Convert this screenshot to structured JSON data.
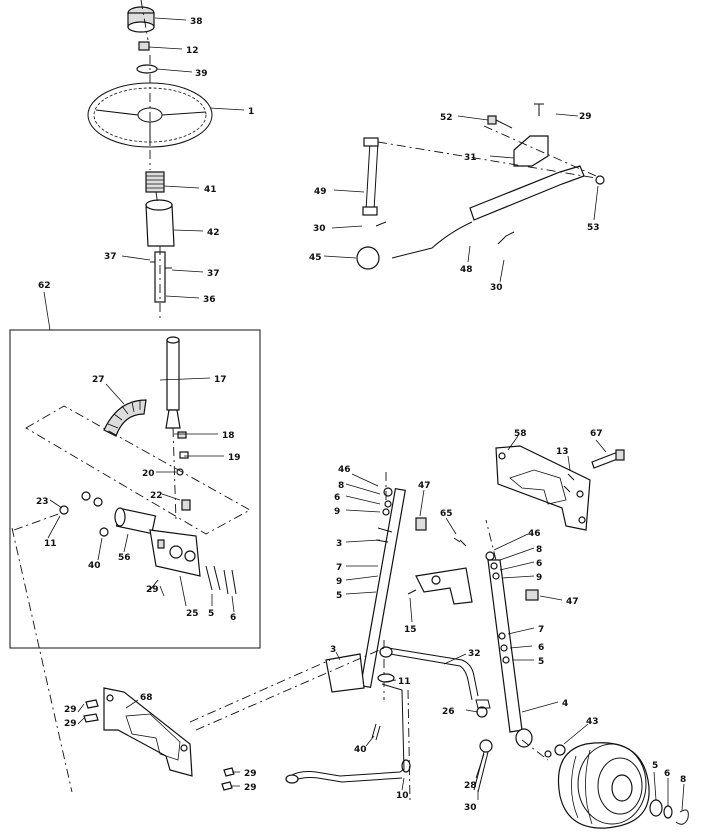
{
  "callouts": {
    "c38": "38",
    "c12": "12",
    "c39": "39",
    "c1": "1",
    "c41": "41",
    "c42": "42",
    "c37a": "37",
    "c37b": "37",
    "c36": "36",
    "c62": "62",
    "c52": "52",
    "c29a": "29",
    "c31": "31",
    "c49": "49",
    "c53": "53",
    "c30a": "30",
    "c45": "45",
    "c48": "48",
    "c30b": "30",
    "c27": "27",
    "c17": "17",
    "c18": "18",
    "c19": "19",
    "c20": "20",
    "c22": "22",
    "c23": "23",
    "c11a": "11",
    "c40a": "40",
    "c56": "56",
    "c29b": "29",
    "c25": "25",
    "c5a": "5",
    "c6a": "6",
    "c58": "58",
    "c13": "13",
    "c67": "67",
    "c46a": "46",
    "c8a": "8",
    "c6b": "6",
    "c9a": "9",
    "c3a": "3",
    "c7a": "7",
    "c9b": "9",
    "c5b": "5",
    "c47a": "47",
    "c65": "65",
    "c15": "15",
    "c46b": "46",
    "c8b": "8",
    "c6c": "6",
    "c9c": "9",
    "c47b": "47",
    "c7b": "7",
    "c6d": "6",
    "c5c": "5",
    "c3b": "3",
    "c11b": "11",
    "c32": "32",
    "c4": "4",
    "c26": "26",
    "c43": "43",
    "c40b": "40",
    "c28": "28",
    "c30c": "30",
    "c10": "10",
    "c68": "68",
    "c29c": "29",
    "c29d": "29",
    "c29e": "29",
    "c29f": "29",
    "c5d": "5",
    "c6e": "6",
    "c8c": "8"
  }
}
